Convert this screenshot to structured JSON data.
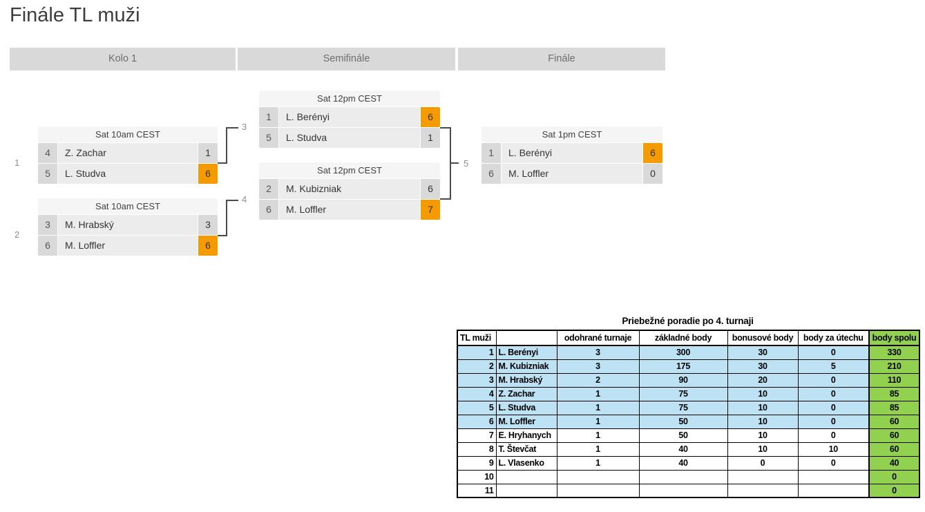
{
  "page": {
    "title": "Finále TL muži"
  },
  "colors": {
    "winner_orange": "#f59b00",
    "standings_blue": "#bde2f4",
    "standings_green": "#92d050",
    "round_header_gray": "#d9d9d9"
  },
  "bracket": {
    "rounds": [
      {
        "label": "Kolo 1"
      },
      {
        "label": "Semifinále"
      },
      {
        "label": "Finále"
      }
    ],
    "matches": [
      {
        "id": "1",
        "time": "Sat 10am CEST",
        "players": [
          {
            "seed": "4",
            "name": "Z. Zachar",
            "score": "1",
            "winner": false
          },
          {
            "seed": "5",
            "name": "L. Studva",
            "score": "6",
            "winner": true
          }
        ]
      },
      {
        "id": "2",
        "time": "Sat 10am CEST",
        "players": [
          {
            "seed": "3",
            "name": "M. Hrabský",
            "score": "3",
            "winner": false
          },
          {
            "seed": "6",
            "name": "M. Loffler",
            "score": "6",
            "winner": true
          }
        ]
      },
      {
        "id": "3",
        "time": "Sat 12pm CEST",
        "players": [
          {
            "seed": "1",
            "name": "L. Berényi",
            "score": "6",
            "winner": true
          },
          {
            "seed": "5",
            "name": "L. Studva",
            "score": "1",
            "winner": false
          }
        ]
      },
      {
        "id": "4",
        "time": "Sat 12pm CEST",
        "players": [
          {
            "seed": "2",
            "name": "M. Kubizniak",
            "score": "6",
            "winner": false
          },
          {
            "seed": "6",
            "name": "M. Loffler",
            "score": "7",
            "winner": true
          }
        ]
      },
      {
        "id": "5",
        "time": "Sat 1pm CEST",
        "players": [
          {
            "seed": "1",
            "name": "L. Berényi",
            "score": "6",
            "winner": true
          },
          {
            "seed": "6",
            "name": "M. Loffler",
            "score": "0",
            "winner": false
          }
        ]
      }
    ]
  },
  "standings": {
    "title": "Priebežné poradie po 4. turnaji",
    "columns": [
      "TL muži",
      "",
      "odohrané turnaje",
      "základné body",
      "bonusové body",
      "body za útechu",
      "body spolu"
    ],
    "rows": [
      {
        "rank": "1",
        "name": "L. Berényi",
        "played": "3",
        "base": "300",
        "bonus": "30",
        "consolation": "0",
        "total": "330",
        "highlight": true
      },
      {
        "rank": "2",
        "name": "M. Kubizniak",
        "played": "3",
        "base": "175",
        "bonus": "30",
        "consolation": "5",
        "total": "210",
        "highlight": true
      },
      {
        "rank": "3",
        "name": "M. Hrabský",
        "played": "2",
        "base": "90",
        "bonus": "20",
        "consolation": "0",
        "total": "110",
        "highlight": true
      },
      {
        "rank": "4",
        "name": "Z. Zachar",
        "played": "1",
        "base": "75",
        "bonus": "10",
        "consolation": "0",
        "total": "85",
        "highlight": true
      },
      {
        "rank": "5",
        "name": "L. Studva",
        "played": "1",
        "base": "75",
        "bonus": "10",
        "consolation": "0",
        "total": "85",
        "highlight": true
      },
      {
        "rank": "6",
        "name": "M. Loffler",
        "played": "1",
        "base": "50",
        "bonus": "10",
        "consolation": "0",
        "total": "60",
        "highlight": true
      },
      {
        "rank": "7",
        "name": "E. Hryhanych",
        "played": "1",
        "base": "50",
        "bonus": "10",
        "consolation": "0",
        "total": "60",
        "highlight": false
      },
      {
        "rank": "8",
        "name": "T. Števčat",
        "played": "1",
        "base": "40",
        "bonus": "10",
        "consolation": "10",
        "total": "60",
        "highlight": false
      },
      {
        "rank": "9",
        "name": "L. Vlasenko",
        "played": "1",
        "base": "40",
        "bonus": "0",
        "consolation": "0",
        "total": "40",
        "highlight": false
      },
      {
        "rank": "10",
        "name": "",
        "played": "",
        "base": "",
        "bonus": "",
        "consolation": "",
        "total": "0",
        "highlight": false
      },
      {
        "rank": "11",
        "name": "",
        "played": "",
        "base": "",
        "bonus": "",
        "consolation": "",
        "total": "0",
        "highlight": false
      }
    ]
  }
}
